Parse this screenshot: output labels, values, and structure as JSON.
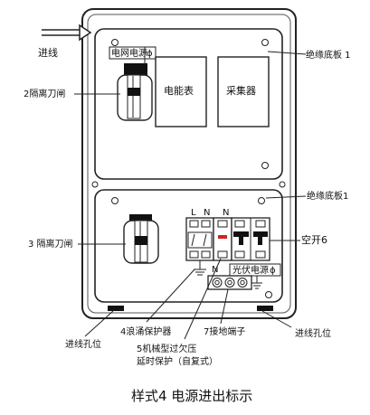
{
  "labels": {
    "incoming_line": "进线",
    "isolator_top": "2隔离刀闸",
    "isolator_bottom": "3 隔离刀闸",
    "grid_power_tag": "电网电源",
    "meter": "电能表",
    "collector": "采集器",
    "insulation_board_top": "绝缘底板 1",
    "insulation_board_bottom": "绝缘底板1",
    "breaker": "空开6",
    "pv_power_tag": "光伏电源",
    "surge_protector": "4浪涌保护器",
    "relay_line1": "5机械型过欠压",
    "relay_line2": "延时保护（自复式）",
    "ground_terminal": "7接地端子",
    "entry_hole_left": "进线孔位",
    "entry_hole_right": "进线孔位",
    "terminal_L": "L",
    "terminal_N_left": "N",
    "terminal_N_right": "N",
    "terminal_N_ground": "N",
    "caption": "样式4  电源进出标示"
  }
}
